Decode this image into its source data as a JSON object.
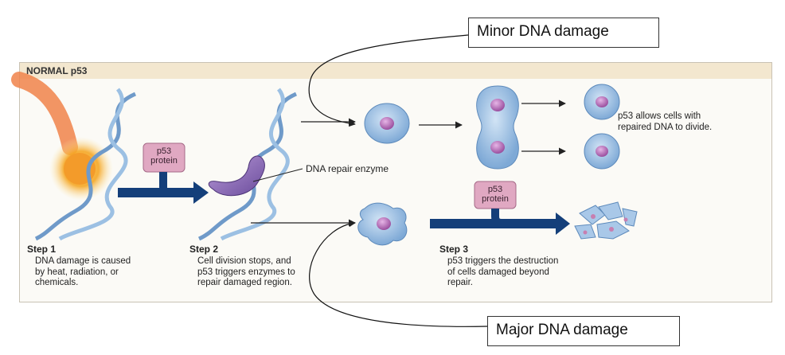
{
  "panel": {
    "title": "NORMAL p53"
  },
  "steps": [
    {
      "title": "Step 1",
      "desc": "DNA damage is caused\nby heat, radiation, or\nchemicals."
    },
    {
      "title": "Step 2",
      "desc": "Cell division stops, and\np53 triggers enzymes to\nrepair damaged region."
    },
    {
      "title": "Step 3",
      "desc": "p53 triggers the destruction\nof cells damaged beyond\nrepair."
    }
  ],
  "labels": {
    "protein_1": "p53\nprotein",
    "protein_2": "p53\nprotein",
    "repair_enzyme": "DNA repair enzyme",
    "divide_note": "p53 allows cells with\nrepaired DNA to divide."
  },
  "callouts": {
    "minor": "Minor DNA damage",
    "major": "Major DNA damage"
  },
  "colors": {
    "arrow_blue": "#143f7a",
    "cell_fill": "#a9c8e8",
    "nucleus": "#b46cb4",
    "protein_box": "#e0a8c2",
    "dna_strand": "#6f9ac9"
  }
}
